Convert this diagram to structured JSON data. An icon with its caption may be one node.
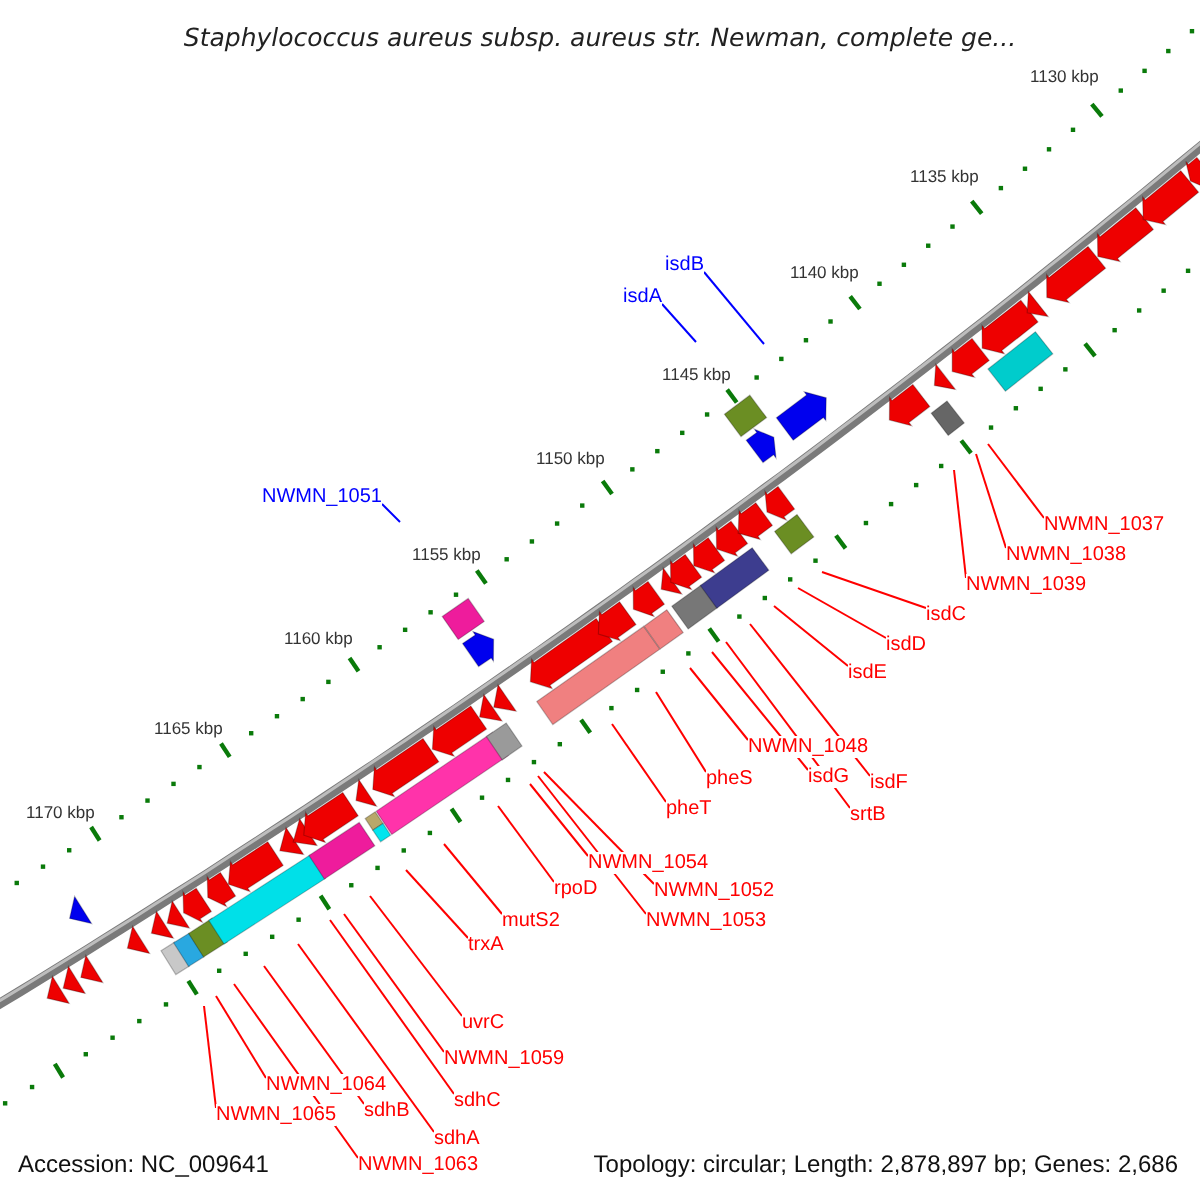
{
  "diagram": {
    "title": "Staphylococcus aureus subsp. aureus str. Newman, complete ge...",
    "nodes": [
      {
        "text": [
          "isdB"
        ]
      },
      {
        "text": [
          "isdA"
        ]
      },
      {
        "text": [
          "NWMN_1051"
        ]
      },
      {
        "text": [
          "NWMN_1037"
        ]
      },
      {
        "text": [
          "NWMN_1038"
        ]
      },
      {
        "text": [
          "NWMN_1039"
        ]
      },
      {
        "text": [
          "isdC"
        ]
      },
      {
        "text": [
          "isdD"
        ]
      },
      {
        "text": [
          "isdE"
        ]
      },
      {
        "text": [
          "NWMN_1048"
        ]
      },
      {
        "text": [
          "pheS"
        ]
      },
      {
        "text": [
          "isdG"
        ]
      },
      {
        "text": [
          "isdF"
        ]
      },
      {
        "text": [
          "pheT"
        ]
      },
      {
        "text": [
          "srtB"
        ]
      },
      {
        "text": [
          "NWMN_1054"
        ]
      },
      {
        "text": [
          "rpoD"
        ]
      },
      {
        "text": [
          "NWMN_1052"
        ]
      },
      {
        "text": [
          "mutS2"
        ]
      },
      {
        "text": [
          "NWMN_1053"
        ]
      },
      {
        "text": [
          "trxA"
        ]
      },
      {
        "text": [
          "uvrC"
        ]
      },
      {
        "text": [
          "NWMN_1059"
        ]
      },
      {
        "text": [
          "NWMN_1064"
        ]
      },
      {
        "text": [
          "sdhC"
        ]
      },
      {
        "text": [
          "sdhB"
        ]
      },
      {
        "text": [
          "NWMN_1065"
        ]
      },
      {
        "text": [
          "sdhA"
        ]
      },
      {
        "text": [
          "NWMN_1063"
        ]
      }
    ],
    "edges": [
      {
        "from": 0,
        "to": null,
        "arrow": "none",
        "color": "#0000ff"
      },
      {
        "from": 1,
        "to": null,
        "arrow": "none",
        "color": "#0000ff"
      },
      {
        "from": 2,
        "to": null,
        "arrow": "none",
        "color": "#0000ff"
      },
      {
        "from": 3,
        "to": null,
        "arrow": "none"
      },
      {
        "from": 4,
        "to": null,
        "arrow": "none"
      },
      {
        "from": 5,
        "to": null,
        "arrow": "none"
      },
      {
        "from": 6,
        "to": null,
        "arrow": "none"
      },
      {
        "from": 7,
        "to": null,
        "arrow": "none"
      },
      {
        "from": 8,
        "to": null,
        "arrow": "none"
      },
      {
        "from": 9,
        "to": null,
        "arrow": "none"
      },
      {
        "from": 10,
        "to": null,
        "arrow": "none"
      },
      {
        "from": 11,
        "to": null,
        "arrow": "none"
      },
      {
        "from": 12,
        "to": null,
        "arrow": "none"
      },
      {
        "from": 13,
        "to": null,
        "arrow": "none"
      },
      {
        "from": 14,
        "to": null,
        "arrow": "none"
      },
      {
        "from": 15,
        "to": null,
        "arrow": "none"
      },
      {
        "from": 16,
        "to": null,
        "arrow": "none"
      },
      {
        "from": 17,
        "to": null,
        "arrow": "none"
      },
      {
        "from": 18,
        "to": null,
        "arrow": "none"
      },
      {
        "from": 19,
        "to": null,
        "arrow": "none"
      },
      {
        "from": 20,
        "to": null,
        "arrow": "none"
      },
      {
        "from": 21,
        "to": null,
        "arrow": "none"
      },
      {
        "from": 22,
        "to": null,
        "arrow": "none"
      },
      {
        "from": 23,
        "to": null,
        "arrow": "none"
      },
      {
        "from": 24,
        "to": null,
        "arrow": "none"
      },
      {
        "from": 25,
        "to": null,
        "arrow": "none"
      },
      {
        "from": 26,
        "to": null,
        "arrow": "none"
      },
      {
        "from": 27,
        "to": null,
        "arrow": "none"
      },
      {
        "from": 28,
        "to": null,
        "arrow": "none"
      }
    ],
    "labels": [
      "1130 kbp",
      "1135 kbp",
      "1140 kbp",
      "1145 kbp",
      "1150 kbp",
      "1155 kbp",
      "1160 kbp",
      "1165 kbp",
      "1170 kbp",
      "Accession: NC_009641",
      "Topology: circular; Length: 2,878,897 bp; Genes: 2,686"
    ]
  }
}
